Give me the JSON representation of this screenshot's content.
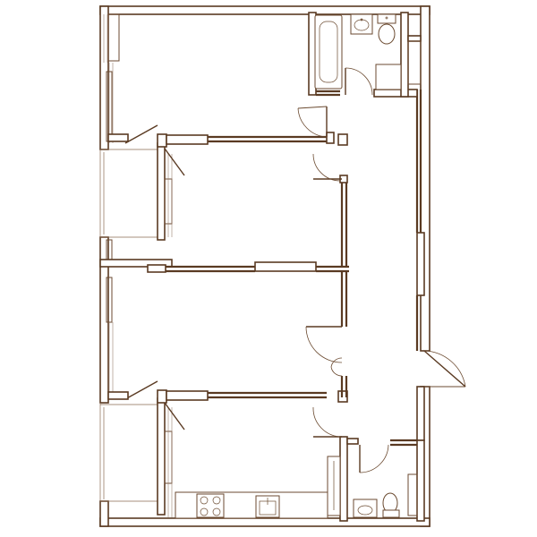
{
  "colors": {
    "wall": "#5a3a22",
    "line": "#6b4a30",
    "background": "#ffffff"
  },
  "plan": {
    "rooms": [
      {
        "id": "room-top",
        "type": "bedroom"
      },
      {
        "id": "room-mid-upper",
        "type": "bedroom"
      },
      {
        "id": "room-mid-lower",
        "type": "bedroom"
      },
      {
        "id": "room-bottom",
        "type": "kitchen-living"
      },
      {
        "id": "bathroom-top",
        "type": "bathroom"
      },
      {
        "id": "bathroom-bottom",
        "type": "bathroom"
      },
      {
        "id": "hallway",
        "type": "corridor"
      }
    ],
    "fixtures": [
      "bathtub",
      "sink",
      "toilet",
      "shower",
      "stove",
      "kitchen-sink",
      "counter"
    ],
    "balconies": 2,
    "entrance_doors": 1
  }
}
